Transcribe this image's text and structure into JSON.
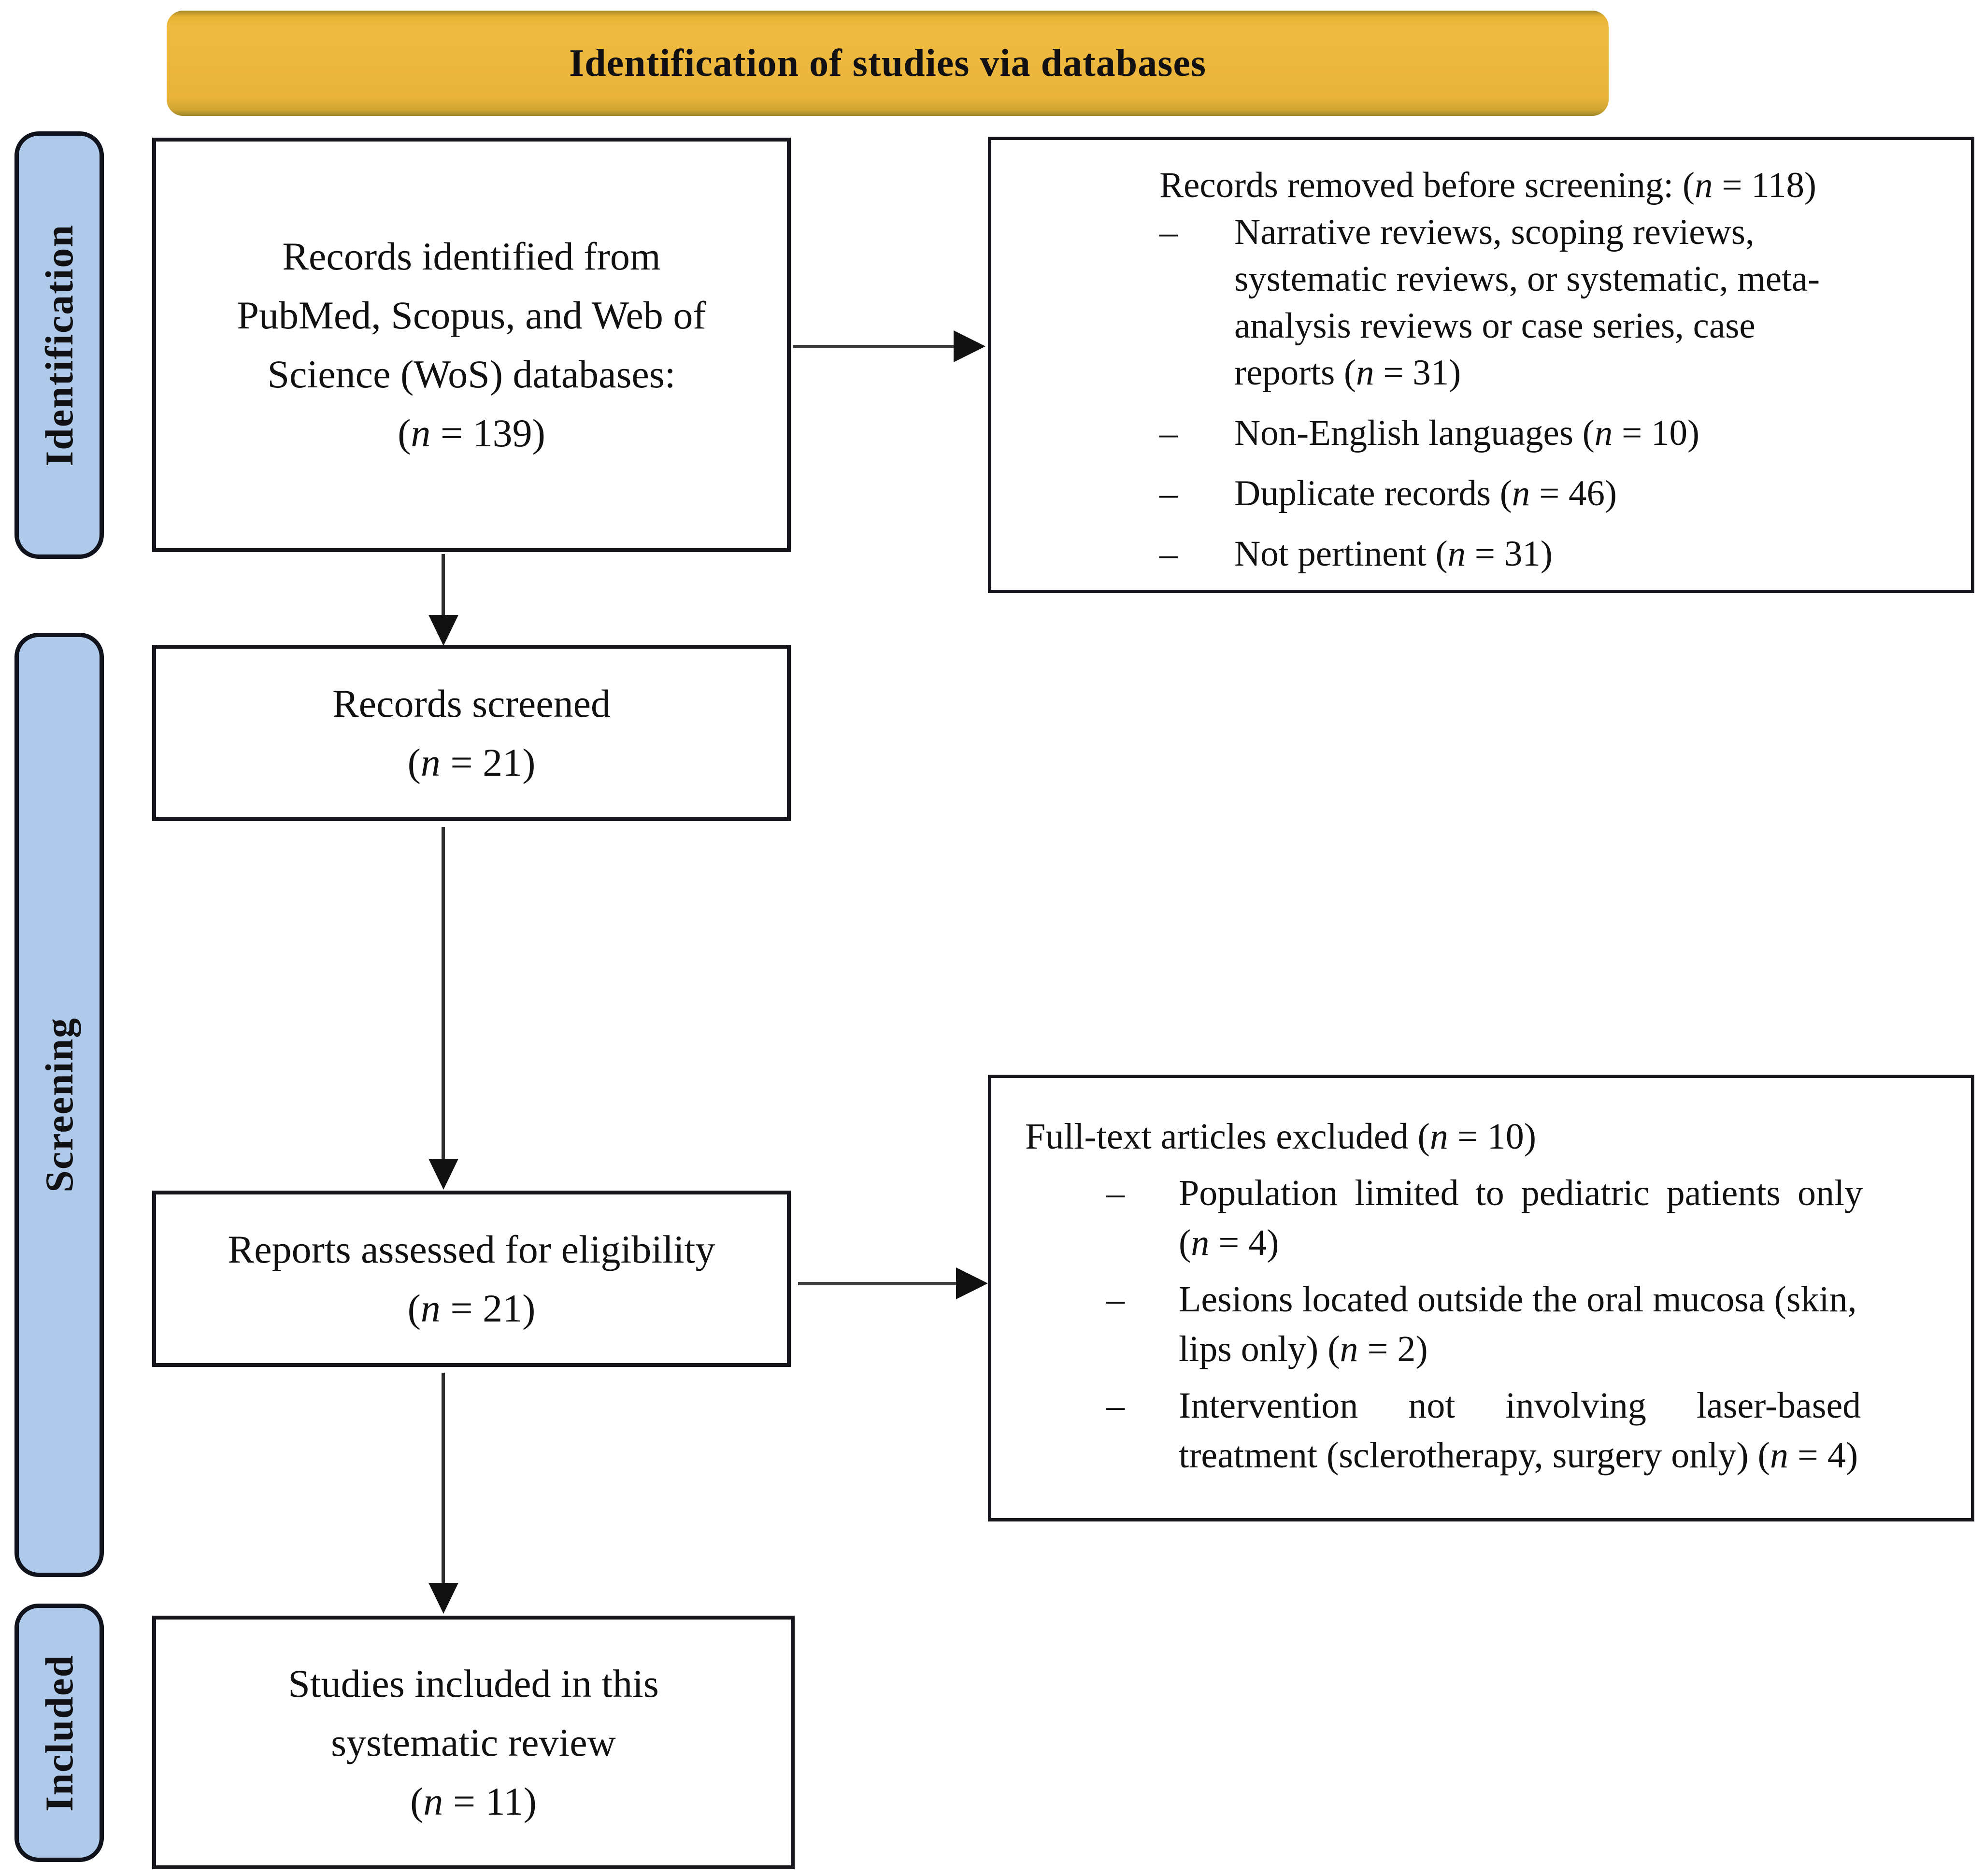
{
  "header": {
    "title": "Identification of studies via databases"
  },
  "sidebar": {
    "labels": [
      {
        "id": "identification",
        "text": "Identification"
      },
      {
        "id": "screening",
        "text": "Screening"
      },
      {
        "id": "included",
        "text": "Included"
      }
    ]
  },
  "flow": {
    "dash": "–",
    "left_boxes": [
      {
        "id": "records-identified",
        "lines": [
          "Records identified from",
          "PubMed, Scopus, and Web of",
          "Science (WoS) databases:",
          "(n = 139)"
        ]
      },
      {
        "id": "records-screened",
        "lines": [
          "Records screened",
          "(n = 21)"
        ]
      },
      {
        "id": "reports-assessed",
        "lines": [
          "Reports assessed for eligibility",
          "(n = 21)"
        ]
      },
      {
        "id": "studies-included",
        "lines": [
          "Studies included in this",
          "systematic review",
          "(n = 11)"
        ]
      }
    ],
    "right_boxes": [
      {
        "id": "records-removed",
        "header": "Records removed before screening: (n = 118)",
        "bullets": [
          {
            "lines": [
              "Narrative reviews, scoping reviews,",
              "systematic reviews, or systematic, meta-",
              "analysis reviews or case series, case",
              "reports (n = 31)"
            ]
          },
          {
            "lines": [
              "Non-English languages (n = 10)"
            ]
          },
          {
            "lines": [
              "Duplicate records (n = 46)"
            ]
          },
          {
            "lines": [
              "Not pertinent (n = 31)"
            ]
          }
        ]
      },
      {
        "id": "fulltext-excluded",
        "header": "Full-text articles excluded (n = 10)",
        "bullets": [
          {
            "lines": [
              "Population limited to pediatric patients only",
              "(n = 4)"
            ]
          },
          {
            "lines": [
              "Lesions located outside the oral mucosa (skin,",
              "lips only) (n = 2)"
            ]
          },
          {
            "lines": [
              "Intervention not involving laser-based",
              "treatment (sclerotherapy, surgery only) (n = 4)"
            ]
          }
        ]
      }
    ]
  },
  "colors": {
    "banner_bg": "#ECB437",
    "banner_edge": "#9D862C",
    "stage_label_bg": "#AEC9EA",
    "box_border": "#15151C",
    "text": "#111114"
  }
}
